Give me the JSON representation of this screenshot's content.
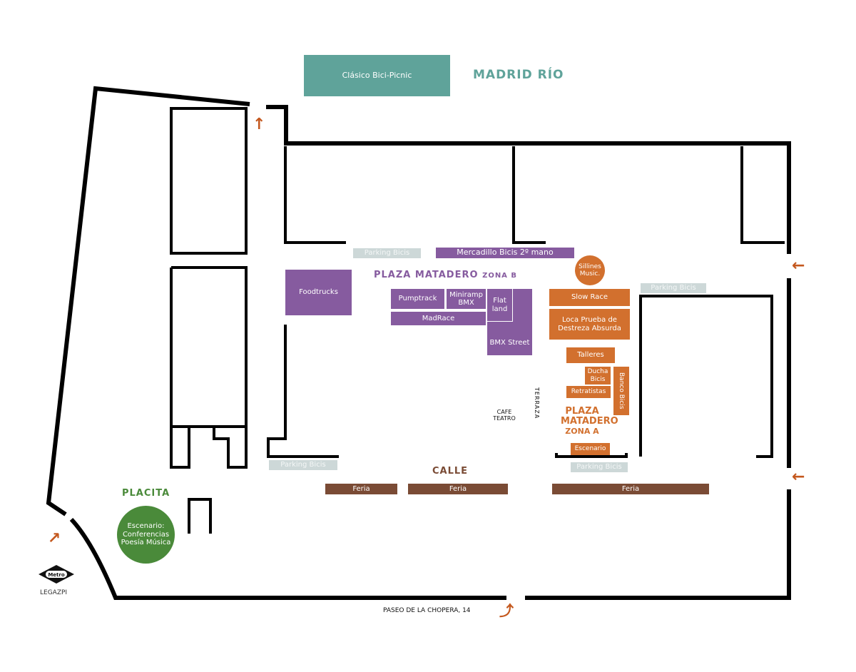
{
  "colors": {
    "teal": "#5fa39a",
    "purple": "#865b9f",
    "orange": "#d2702e",
    "brown": "#7a4b35",
    "grey": "#cdd8d8",
    "green": "#4a8a3a",
    "arrow": "#c4581e"
  },
  "top": {
    "picnic": "Clásico Bici-Picnic",
    "river": "MADRID RÍO"
  },
  "zona_b": {
    "title": "PLAZA MATADERO",
    "sub": "ZONA B",
    "mercadillo": "Mercadillo Bicis 2º mano",
    "foodtrucks": "Foodtrucks",
    "pumptrack": "Pumptrack",
    "miniramp": "Miniramp BMX",
    "flatland": "Flat land",
    "madrace": "MadRace",
    "bmx_street": "BMX Street"
  },
  "zona_a": {
    "title": "PLAZA MATADERO",
    "sub": "ZONA A",
    "sillines": "Sillines Music.",
    "slow_race": "Slow Race",
    "loca": "Loca Prueba de Destreza Absurda",
    "talleres": "Talleres",
    "ducha": "Ducha Bicis",
    "retratistas": "Retratistas",
    "banco": "Banco Bicis",
    "escenario": "Escenario"
  },
  "parking": "Parking Bicis",
  "calle": "CALLE",
  "feria": "Feria",
  "cafe": "CAFE TEATRO",
  "terraza": "TERRAZA",
  "placita": {
    "title": "PLACITA",
    "stage": "Escenario: Conferencias Poesía Música"
  },
  "metro": {
    "logo": "Metro",
    "station": "LEGAZPI"
  },
  "address": "PASEO DE LA CHOPERA, 14"
}
